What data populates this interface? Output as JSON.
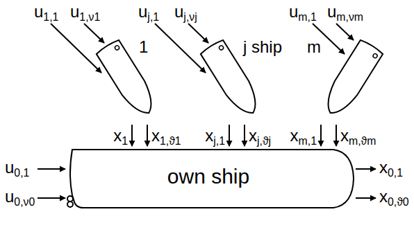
{
  "diagram": {
    "nodes": [
      {
        "text": [
          "1"
        ]
      },
      {
        "text": [
          "j ship"
        ]
      },
      {
        "text": [
          "m"
        ]
      },
      {
        "text": [
          "own ship"
        ]
      }
    ],
    "edges": [
      {
        "from": 0,
        "to": 3,
        "arrow": "to",
        "label": "x1"
      },
      {
        "from": 0,
        "to": 3,
        "arrow": "to",
        "label": "x1,ϑ1"
      },
      {
        "from": 1,
        "to": 3,
        "arrow": "to",
        "label": "xj,1"
      },
      {
        "from": 1,
        "to": 3,
        "arrow": "to",
        "label": "xj,ϑj"
      },
      {
        "from": 2,
        "to": 3,
        "arrow": "to",
        "label": "xm,1"
      },
      {
        "from": 2,
        "to": 3,
        "arrow": "to",
        "label": "xm,ϑm"
      }
    ],
    "labels": [
      "u1,1",
      "u1,ν1",
      "uj,1",
      "uj,νj",
      "um,1",
      "um,νm",
      "u0,1",
      "u0,ν0",
      "x0,1",
      "x0,ϑ0"
    ]
  }
}
